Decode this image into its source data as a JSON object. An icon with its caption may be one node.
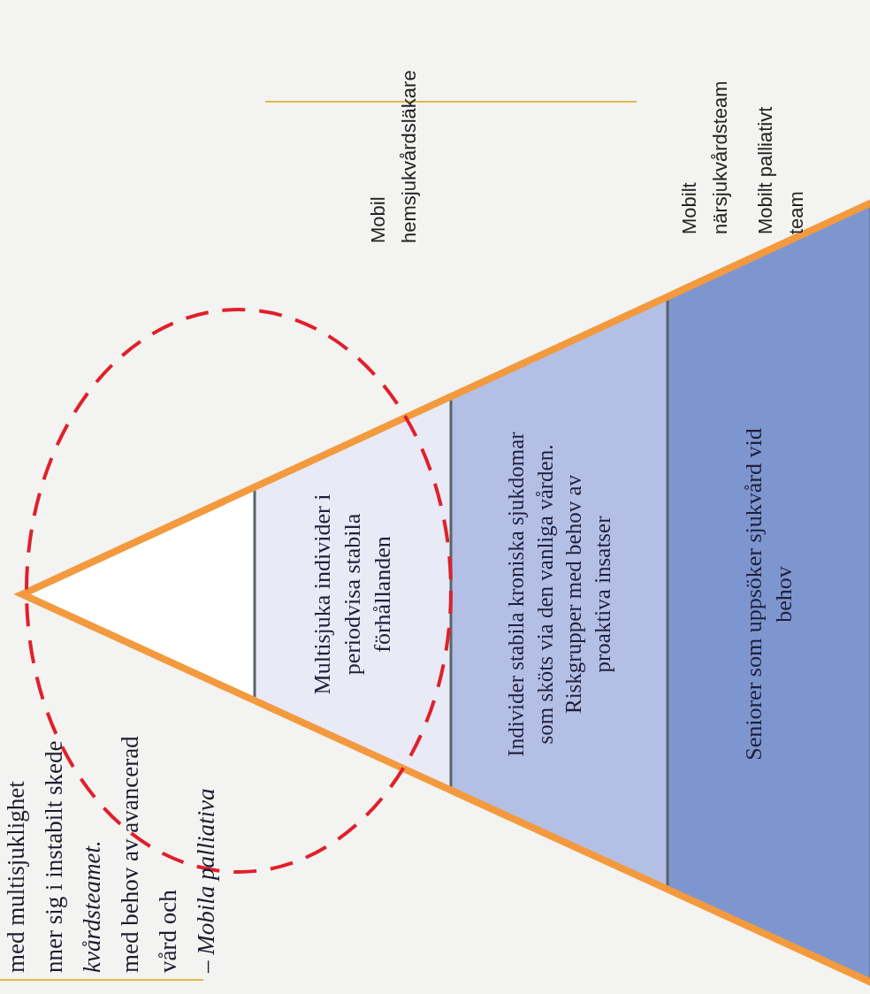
{
  "diagram": {
    "nodes": [
      {
        "text": [],
        "shape": "triangle"
      },
      {
        "text": [
          "Multisjuka individer i periodvisa stabila förhållanden"
        ]
      },
      {
        "text": [
          "Individer stabila kroniska sjukdomar som sköts via den vanliga vården. Riskgrupper med behov av proaktiva insatser"
        ]
      },
      {
        "text": [
          "Seniorer som uppsöker sjukvård vid behov"
        ]
      }
    ],
    "labels": [
      "med multisjuklighet",
      "nner sig i instabilt skede",
      "kvårdsteamet.",
      "med behov av avancerad",
      "vård och",
      "– *Mobila palliativa*",
      "Mobil hemsjukvårdsläkare",
      "Mobilt närsjukvårdsteam",
      "Mobilt palliativt team"
    ]
  }
}
